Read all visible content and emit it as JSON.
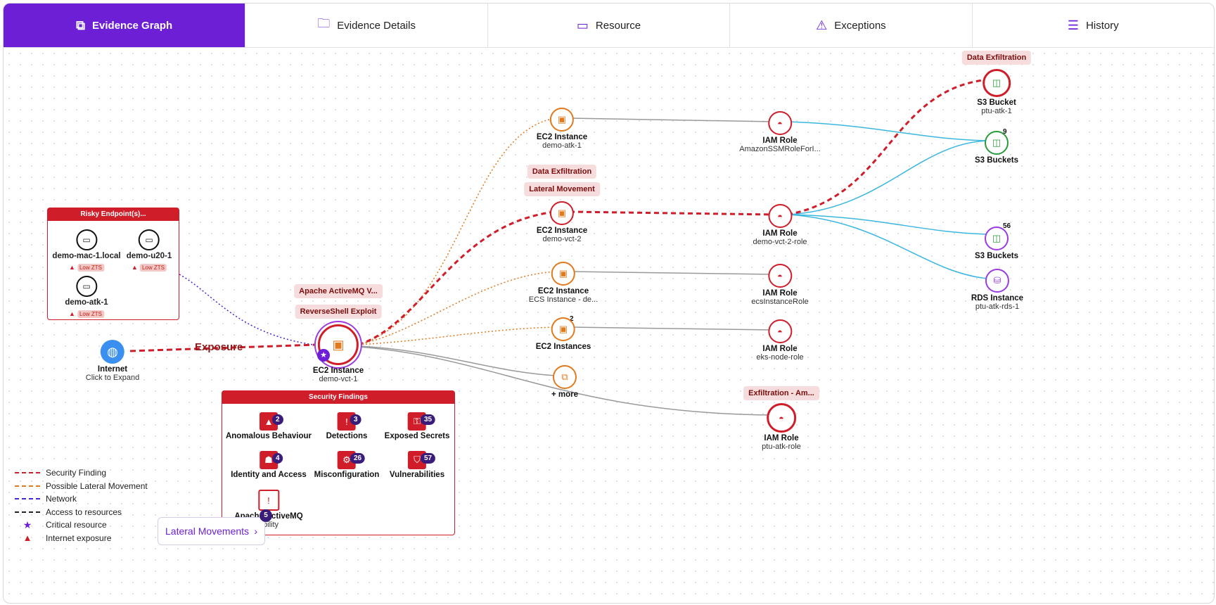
{
  "tabs": [
    {
      "label": "Evidence Graph",
      "icon": "graph-icon",
      "active": true
    },
    {
      "label": "Evidence Details",
      "icon": "folder-icon",
      "active": false
    },
    {
      "label": "Resource",
      "icon": "laptop-icon",
      "active": false
    },
    {
      "label": "Exceptions",
      "icon": "alert-box-icon",
      "active": false
    },
    {
      "label": "History",
      "icon": "list-icon",
      "active": false
    }
  ],
  "colors": {
    "accent": "#6d1fd6",
    "finding": "#d01d2a",
    "lateral": "#e07a1f",
    "network": "#3d2ad6",
    "cloud": "#3bb7e0"
  },
  "internet": {
    "title": "Internet",
    "sub": "Click to Expand"
  },
  "exposure_label": "Exposure",
  "center_node": {
    "title": "EC2 Instance",
    "sub": "demo-vct-1",
    "labels": [
      "Apache ActiveMQ V...",
      "ReverseShell Exploit"
    ]
  },
  "risky_endpoints": {
    "header": "Risky Endpoint(s)...",
    "items": [
      {
        "name": "demo-mac-1.local",
        "tag": "Low ZTS"
      },
      {
        "name": "demo-u20-1",
        "tag": "Low ZTS"
      },
      {
        "name": "demo-atk-1",
        "tag": "Low ZTS"
      }
    ]
  },
  "ec2_nodes": [
    {
      "title": "EC2 Instance",
      "sub": "demo-atk-1"
    },
    {
      "title": "EC2 Instance",
      "sub": "demo-vct-2",
      "labels": [
        "Data Exfiltration",
        "Lateral Movement"
      ]
    },
    {
      "title": "EC2 Instance",
      "sub": "ECS Instance - de..."
    },
    {
      "title": "EC2 Instances",
      "sub": "",
      "count": "2"
    },
    {
      "title": "+ more",
      "sub": ""
    }
  ],
  "iam_nodes": [
    {
      "title": "IAM Role",
      "sub": "AmazonSSMRoleForI..."
    },
    {
      "title": "IAM Role",
      "sub": "demo-vct-2-role"
    },
    {
      "title": "IAM Role",
      "sub": "ecsInstanceRole"
    },
    {
      "title": "IAM Role",
      "sub": "eks-node-role"
    },
    {
      "title": "IAM Role",
      "sub": "ptu-atk-role",
      "label": "Exfiltration - Am..."
    }
  ],
  "storage_nodes": [
    {
      "title": "S3 Bucket",
      "sub": "ptu-atk-1",
      "label": "Data Exfiltration"
    },
    {
      "title": "S3 Buckets",
      "sub": "",
      "count": "9"
    },
    {
      "title": "S3 Buckets",
      "sub": "",
      "count": "56"
    },
    {
      "title": "RDS Instance",
      "sub": "ptu-atk-rds-1"
    }
  ],
  "security_findings": {
    "header": "Security Findings",
    "items": [
      {
        "label": "Anomalous Behaviour",
        "count": "2",
        "icon": "warning-icon"
      },
      {
        "label": "Detections",
        "count": "3",
        "icon": "alert-icon"
      },
      {
        "label": "Exposed Secrets",
        "count": "35",
        "icon": "key-icon"
      },
      {
        "label": "Identity and Access",
        "count": "4",
        "icon": "id-badge-icon"
      },
      {
        "label": "Misconfiguration",
        "count": "26",
        "icon": "gear-icon"
      },
      {
        "label": "Vulnerabilities",
        "count": "57",
        "icon": "shield-alert-icon"
      },
      {
        "label": "Apache ActiveMQ",
        "label2": "ability",
        "count": "5",
        "icon": "shield-icon"
      }
    ]
  },
  "legend": [
    {
      "label": "Security Finding",
      "color": "#d01d2a"
    },
    {
      "label": "Possible Lateral Movement",
      "color": "#e07a1f"
    },
    {
      "label": "Network",
      "color": "#3d2ad6"
    },
    {
      "label": "Access to resources",
      "color": "#222222"
    },
    {
      "label": "Critical resource",
      "icon": "star-icon"
    },
    {
      "label": "Internet exposure",
      "icon": "warning-icon"
    }
  ],
  "lateral_button": "Lateral Movements"
}
